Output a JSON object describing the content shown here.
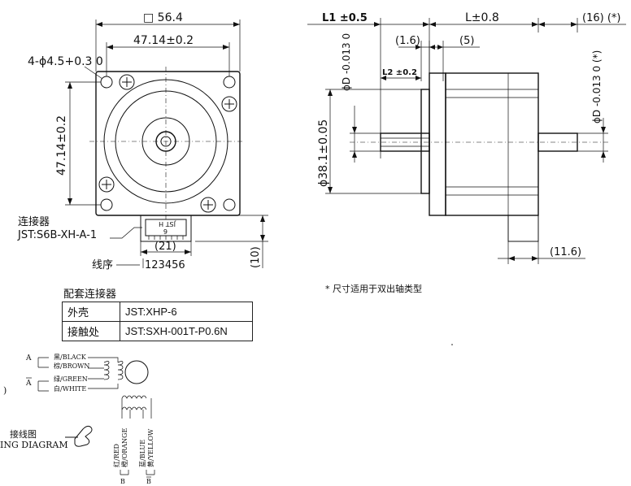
{
  "front_view": {
    "square_size": "□ 56.4",
    "hole_pitch_h": "47.14±0.2",
    "hole_pitch_v": "47.14±0.2",
    "hole_spec": "4-ϕ4.5+0.3 0",
    "connector_label_1": "连接器",
    "connector_label_2": "JST:S6B-XH-A-1",
    "connector_marking_1": "JST H",
    "connector_marking_2": "6",
    "connector_width": "(21)",
    "wire_order_label": "线序",
    "wire_order_value": "123456",
    "connector_height": "(10)"
  },
  "side_view": {
    "l1": "L1 ±0.5",
    "l": "L±0.8",
    "shaft_ext": "(16) (*)",
    "dim_1_6": "(1.6)",
    "dim_5": "(5)",
    "l2": "L2 ±0.2",
    "phi_d_front": "ϕD -0.013 0",
    "phi_d_rear": "ϕD -0.013 0 (*)",
    "pilot": "ϕ38.1±0.05",
    "dim_11_6": "(11.6)"
  },
  "footnote": "* 尺寸适用于双出轴类型",
  "mating_connector": {
    "title": "配套连接器",
    "rows": [
      {
        "key": "外壳",
        "value": "JST:XHP-6"
      },
      {
        "key": "接触处",
        "value": "JST:SXH-001T-P0.6N"
      }
    ]
  },
  "wiring": {
    "phase_a": "A",
    "phase_a_bar": "A",
    "wire_black": "黑/BLACK",
    "wire_brown": "棕/BROWN",
    "wire_green": "绿/GREEN",
    "wire_white": "白/WHITE",
    "wire_red": "红/RED",
    "wire_orange": "橙/ORANGE",
    "wire_blue": "蓝/BLUE",
    "wire_yellow": "黄/YELLOW",
    "phase_b": "B",
    "phase_b_bar": "B",
    "label_cn": "接线图",
    "label_en": "ING DIAGRAM",
    "stray_mark": ")"
  }
}
